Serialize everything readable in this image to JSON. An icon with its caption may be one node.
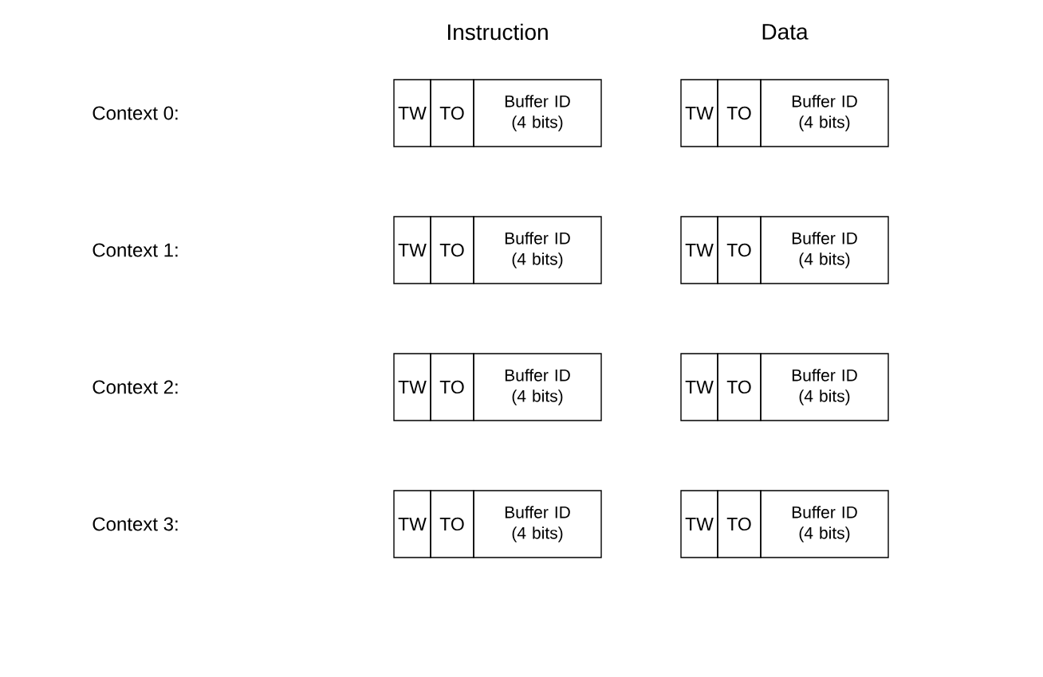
{
  "diagram": {
    "nodes": [
      {
        "text": [
          "TW"
        ]
      },
      {
        "text": [
          "TO"
        ]
      },
      {
        "text": [
          "Buffer ID (4 bits)"
        ]
      },
      {
        "text": [
          "TW"
        ]
      },
      {
        "text": [
          "TO"
        ]
      },
      {
        "text": [
          "Buffer ID (4 bits)"
        ]
      },
      {
        "text": [
          "TW"
        ]
      },
      {
        "text": [
          "TO"
        ]
      },
      {
        "text": [
          "Buffer ID (4 bits)"
        ]
      },
      {
        "text": [
          "TW"
        ]
      },
      {
        "text": [
          "TO"
        ]
      },
      {
        "text": [
          "Buffer ID (4 bits)"
        ]
      },
      {
        "text": [
          "TW"
        ]
      },
      {
        "text": [
          "TO"
        ]
      },
      {
        "text": [
          "Buffer ID (4 bits)"
        ]
      },
      {
        "text": [
          "TW"
        ]
      },
      {
        "text": [
          "TO"
        ]
      },
      {
        "text": [
          "Buffer ID (4 bits)"
        ]
      },
      {
        "text": [
          "TW"
        ]
      },
      {
        "text": [
          "TO"
        ]
      },
      {
        "text": [
          "Buffer ID (4 bits)"
        ]
      },
      {
        "text": [
          "TW"
        ]
      },
      {
        "text": [
          "TO"
        ]
      },
      {
        "text": [
          "Buffer ID (4 bits)"
        ]
      }
    ],
    "labels": [
      "Instruction",
      "Data",
      "Context 0:",
      "Context 1:",
      "Context 2:",
      "Context 3:"
    ]
  }
}
